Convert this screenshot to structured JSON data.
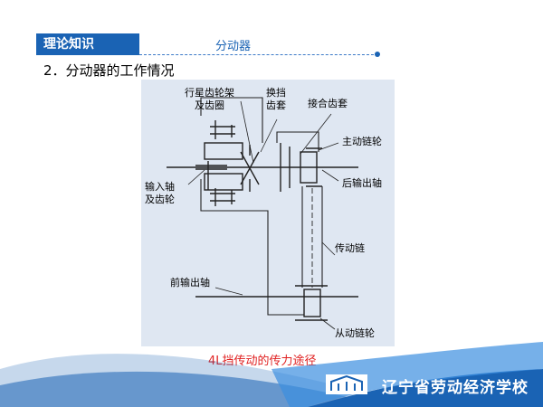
{
  "header": {
    "tag": "理论知识",
    "title": "分动器"
  },
  "section_title": "2．分动器的工作情况",
  "diagram": {
    "labels": {
      "planet": "行星齿轮架",
      "planet2": "及齿圈",
      "shift": "换挡",
      "shift2": "齿套",
      "engage": "接合齿套",
      "drive_sprocket": "主动链轮",
      "input": "输入轴",
      "input2": "及齿轮",
      "rear_output": "后输出轴",
      "chain": "传动链",
      "front_output": "前输出轴",
      "driven_sprocket": "从动链轮"
    }
  },
  "caption": "4L挡传动的传力途径",
  "footer": {
    "school": "辽宁省劳动经济学校"
  },
  "colors": {
    "brand_blue": "#1a63b4",
    "caption_red": "#e02020",
    "diagram_bg": "#dfe7f2"
  }
}
